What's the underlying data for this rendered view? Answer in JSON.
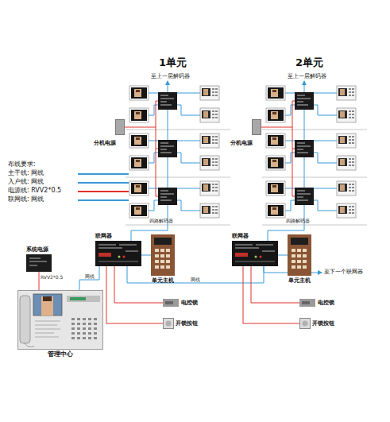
{
  "diagram": {
    "nodes": [
      {
        "text": [
          "系统电源"
        ]
      },
      {
        "text": [
          "管理中心"
        ]
      },
      {
        "text": [
          "联网器"
        ]
      },
      {
        "text": [
          "单元主机"
        ]
      },
      {
        "text": [
          "电控锁"
        ]
      },
      {
        "text": [
          "开锁按钮"
        ]
      },
      {
        "text": [
          "联网器"
        ]
      },
      {
        "text": [
          "单元主机"
        ]
      },
      {
        "text": [
          "电控锁"
        ]
      },
      {
        "text": [
          "开锁按钮"
        ]
      },
      {
        "text": [
          "分机电源"
        ]
      },
      {
        "text": [
          "分机电源"
        ]
      }
    ],
    "edges": [
      {
        "from": 0,
        "to": 1,
        "arrow": "none",
        "label": "RVV2*0.5"
      },
      {
        "from": 1,
        "to": 2,
        "arrow": "none",
        "label": "网线"
      },
      {
        "from": 2,
        "to": 6,
        "arrow": "none",
        "label": "网线"
      },
      {
        "from": 2,
        "to": 3,
        "arrow": "none"
      },
      {
        "from": 2,
        "to": 4,
        "arrow": "none"
      },
      {
        "from": 2,
        "to": 5,
        "arrow": "none"
      },
      {
        "from": 6,
        "to": 7,
        "arrow": "none"
      },
      {
        "from": 6,
        "to": 8,
        "arrow": "none"
      },
      {
        "from": 6,
        "to": 9,
        "arrow": "none"
      }
    ],
    "labels": [
      "1单元",
      "2单元",
      "至上一层解码器",
      "至上一层解码器",
      "四路解码器",
      "四路解码器",
      "至下一个联网器",
      "布线要求:"
    ],
    "legend": [
      {
        "text": "主干线: 网线",
        "color": "#3a9ad9"
      },
      {
        "text": "入户线: 网线",
        "color": "#3a9ad9"
      },
      {
        "text": "电源线: RVV2*0.5",
        "color": "#e0322d"
      },
      {
        "text": "联网线: 网线",
        "color": "#3a9ad9"
      }
    ]
  }
}
